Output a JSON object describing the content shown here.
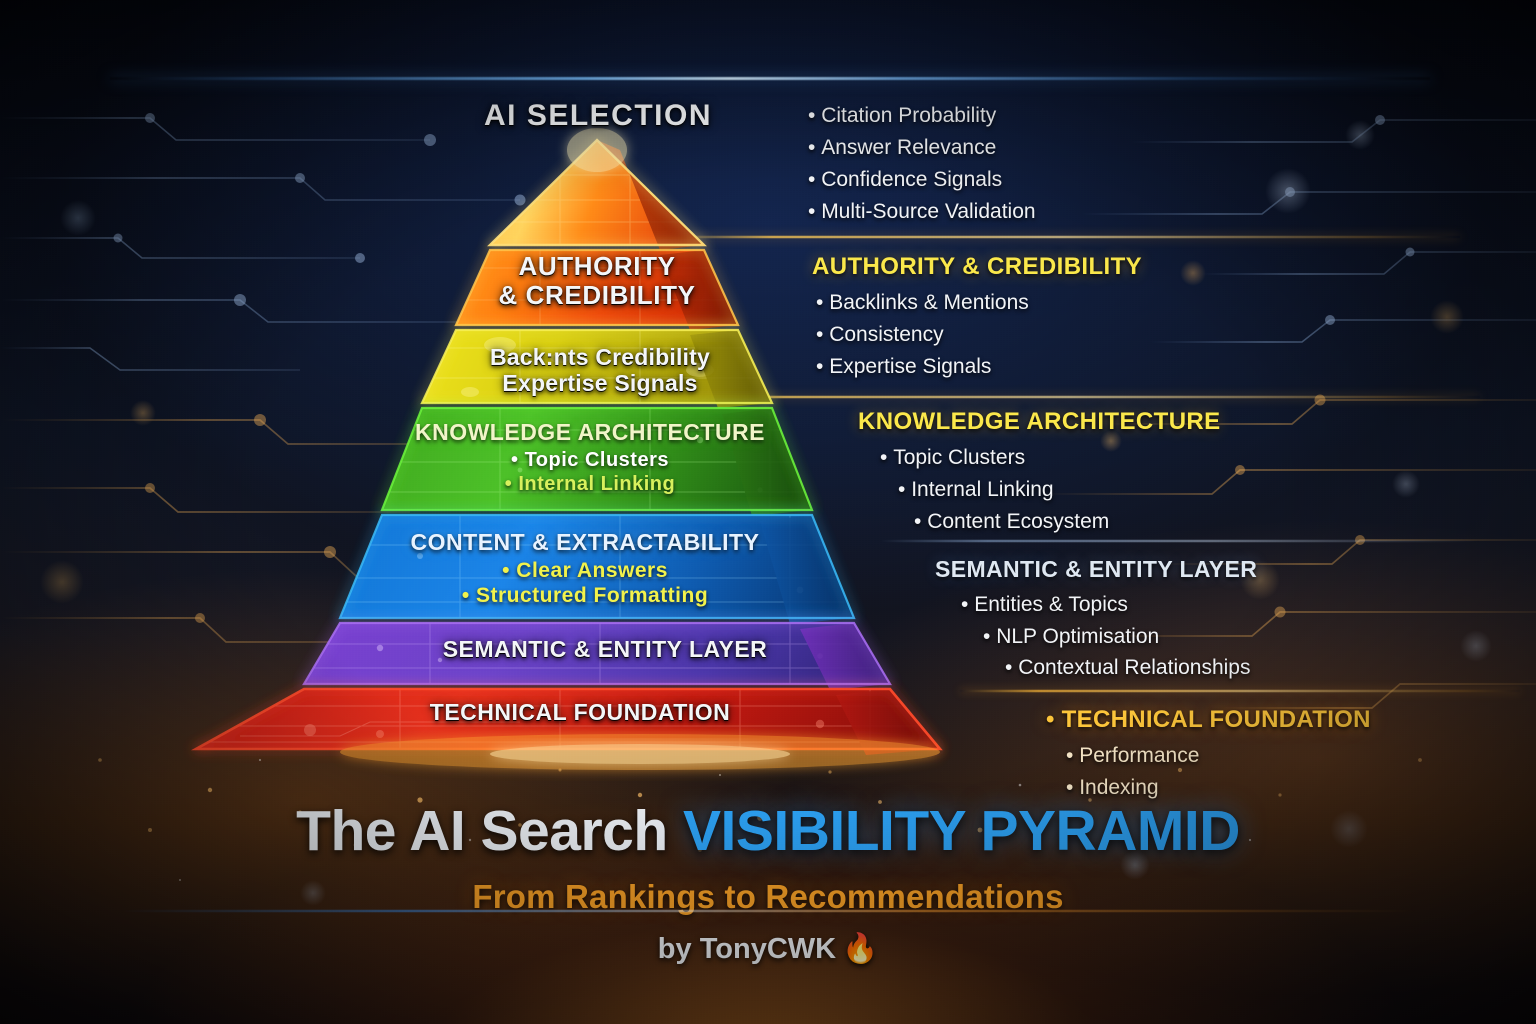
{
  "meta": {
    "title_line1_white": "The AI Search ",
    "title_line1_blue": "VISIBILITY PYRAMID",
    "subtitle": "From Rankings to Recommendations",
    "byline": "by TonyCWK",
    "byline_emoji": "🔥"
  },
  "colors": {
    "apex_orange": "#ff7a18",
    "authority_red": "#e23a12",
    "credibility_yellow": "#d8d117",
    "knowledge_green": "#3fae2a",
    "content_blue": "#1464c8",
    "semantic_purple": "#6a3bc4",
    "technical_red": "#d8251a",
    "accent_yellow": "#fbe84a",
    "accent_gold": "#fcc53a",
    "accent_blue": "#2b9ef0",
    "accent_orange": "#f59e25"
  },
  "pyramid": {
    "bands": [
      {
        "id": "ai-selection",
        "title": "AI SELECTION",
        "title_placement": "above-apex",
        "color": "#ff7a18",
        "bullets": []
      },
      {
        "id": "authority-credibility",
        "title_lines": [
          "AUTHORITY",
          "& CREDIBILITY"
        ],
        "color": "#e23a12",
        "bullets": []
      },
      {
        "id": "backints-credibility",
        "title_lines": [
          "Back:nts Credibility",
          "Expertise Signals"
        ],
        "color": "#d8d117",
        "bullets": []
      },
      {
        "id": "knowledge-architecture",
        "title": "KNOWLEDGE ARCHITECTURE",
        "color": "#3fae2a",
        "bullets": [
          "Topic Clusters",
          "Internal Linking"
        ]
      },
      {
        "id": "content-extractability",
        "title": "CONTENT & EXTRACTABILITY",
        "color": "#1464c8",
        "bullets": [
          "Clear Answers",
          "Structured Formatting"
        ]
      },
      {
        "id": "semantic-entity-layer",
        "title": "SEMANTIC & ENTITY LAYER",
        "color": "#6a3bc4",
        "bullets": []
      },
      {
        "id": "technical-foundation",
        "title": "TECHNICAL FOUNDATION",
        "color": "#d8251a",
        "bullets": []
      }
    ]
  },
  "annotations": [
    {
      "id": "ai-selection-notes",
      "heading": "",
      "items": [
        "Citation Probability",
        "Answer Relevance",
        "Confidence Signals",
        "Multi-Source Validation"
      ]
    },
    {
      "id": "authority-credibility-notes",
      "heading": "AUTHORITY & CREDIBILITY",
      "items": [
        "Backlinks & Mentions",
        "Consistency",
        "Expertise Signals"
      ]
    },
    {
      "id": "knowledge-architecture-notes",
      "heading": "KNOWLEDGE ARCHITECTURE",
      "items": [
        "Topic Clusters",
        "Internal Linking",
        "Content Ecosystem"
      ]
    },
    {
      "id": "semantic-entity-notes",
      "heading": "SEMANTIC & ENTITY LAYER",
      "items": [
        "Entities & Topics",
        "NLP Optimisation",
        "Contextual Relationships"
      ]
    },
    {
      "id": "technical-foundation-notes",
      "heading": "TECHNICAL FOUNDATION",
      "items": [
        "Performance",
        "Indexing"
      ]
    }
  ]
}
